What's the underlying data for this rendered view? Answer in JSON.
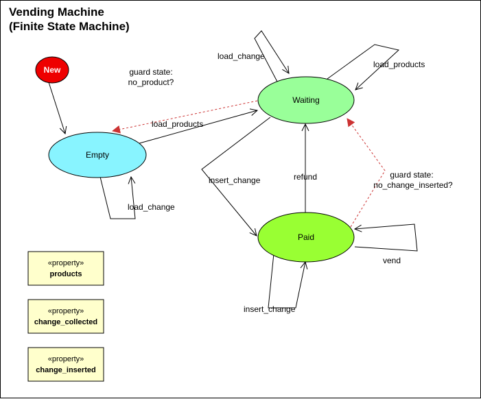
{
  "title": {
    "line1": "Vending Machine",
    "line2": "(Finite State Machine)"
  },
  "states": {
    "new": "New",
    "empty": "Empty",
    "waiting": "Waiting",
    "paid": "Paid"
  },
  "transitions": {
    "load_products_empty_to_waiting": "load_products",
    "load_change_empty_self": "load_change",
    "load_change_waiting_self": "load_change",
    "load_products_waiting_self": "load_products",
    "insert_change_waiting_to_paid": "insert_change",
    "refund_paid_to_waiting": "refund",
    "vend_paid_self": "vend",
    "insert_change_paid_self": "insert_change"
  },
  "guards": {
    "no_product": {
      "line1": "guard state:",
      "line2": "no_product?"
    },
    "no_change_inserted": {
      "line1": "guard state:",
      "line2": "no_change_inserted?"
    }
  },
  "properties": [
    {
      "stereotype": "«property»",
      "name": "products"
    },
    {
      "stereotype": "«property»",
      "name": "change_collected"
    },
    {
      "stereotype": "«property»",
      "name": "change_inserted"
    }
  ],
  "colors": {
    "new_state": "#ee0000",
    "empty_state": "#88f4ff",
    "waiting_state": "#99ff99",
    "paid_state": "#99ff33",
    "property_box": "#ffffcc",
    "guard_line": "#cc3333"
  }
}
